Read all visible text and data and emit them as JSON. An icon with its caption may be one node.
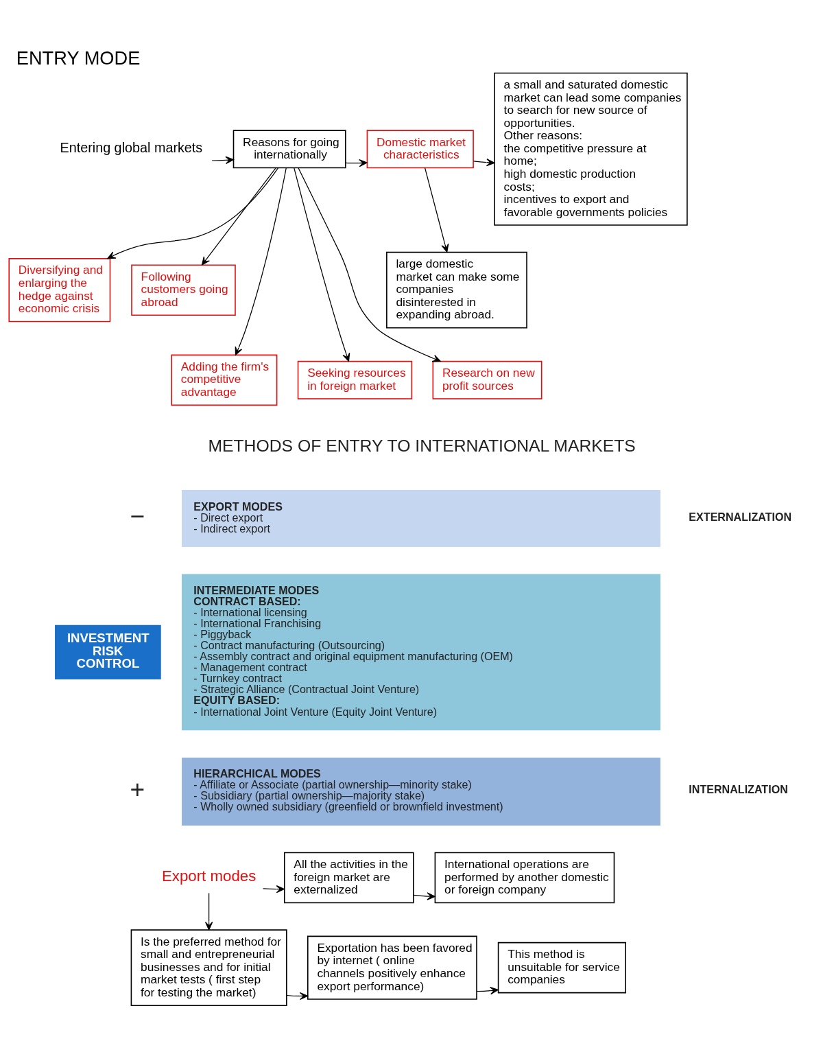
{
  "diagram": {
    "title": "ENTRY MODE",
    "nodes": [
      {
        "text": [
          "Entering global markets"
        ]
      },
      {
        "text": [
          "Reasons for going internationally"
        ]
      },
      {
        "text": [
          "Domestic market characteristics"
        ]
      },
      {
        "text": [
          "a small and saturated domestic market can lead some companies to search for new source of opportunities.",
          "Other reasons:",
          "the competitive pressure at home;",
          "high domestic production costs;",
          "incentives to export and favorable governments policies"
        ]
      },
      {
        "text": [
          "large domestic market can make some companies disinterested in expanding abroad."
        ]
      },
      {
        "text": [
          "Diversifying and enlarging the hedge against economic crisis"
        ]
      },
      {
        "text": [
          "Following customers going abroad"
        ]
      },
      {
        "text": [
          "Adding the firm's competitive advantage"
        ]
      },
      {
        "text": [
          "Seeking resources in foreign market"
        ]
      },
      {
        "text": [
          "Research on new profit sources"
        ]
      },
      {
        "text": [
          "INVESTMENT RISK CONTROL"
        ]
      },
      {
        "text": [
          "EXPORT MODES",
          "- Direct export",
          "- Indirect export"
        ]
      },
      {
        "text": [
          "INTERMEDIATE MODES",
          "CONTRACT BASED:",
          "- International licensing",
          "- International Franchising",
          "- Piggyback",
          "- Contract manufacturing (Outsourcing)",
          "- Assembly contract and original equipment manufacturing (OEM)",
          "- Management contract",
          "- Turnkey contract",
          "- Strategic Alliance (Contractual Joint Venture)",
          "EQUITY BASED:",
          "- International Joint Venture (Equity Joint Venture)"
        ]
      },
      {
        "text": [
          "HIERARCHICAL MODES",
          "- Affiliate or Associate (partial ownership—minority stake)",
          "- Subsidiary (partial ownership—majority stake)",
          "- Wholly owned subsidiary (greenfield or brownfield investment)"
        ]
      },
      {
        "text": [
          "Export modes"
        ]
      },
      {
        "text": [
          "All the activities in the foreign market are externalized"
        ]
      },
      {
        "text": [
          "International operations are performed by another domestic or foreign company"
        ]
      },
      {
        "text": [
          "Is the preferred method for small and entrepreneurial businesses and for initial market tests ( first step for testing the market)"
        ]
      },
      {
        "text": [
          "Exportation has been favored by internet ( online channels positively enhance export performance)"
        ]
      },
      {
        "text": [
          "This method is unsuitable for service companies"
        ]
      }
    ],
    "edges": [
      {
        "from": 0,
        "to": 1,
        "arrow": "to"
      },
      {
        "from": 1,
        "to": 2,
        "arrow": "to"
      },
      {
        "from": 2,
        "to": 3,
        "arrow": "to"
      },
      {
        "from": 2,
        "to": 4,
        "arrow": "to"
      },
      {
        "from": 1,
        "to": 5,
        "arrow": "to"
      },
      {
        "from": 1,
        "to": 6,
        "arrow": "to"
      },
      {
        "from": 1,
        "to": 7,
        "arrow": "to"
      },
      {
        "from": 1,
        "to": 8,
        "arrow": "to"
      },
      {
        "from": 1,
        "to": 9,
        "arrow": "to"
      },
      {
        "from": 14,
        "to": 15,
        "arrow": "to"
      },
      {
        "from": 15,
        "to": 16,
        "arrow": "to"
      },
      {
        "from": 14,
        "to": 17,
        "arrow": "to"
      },
      {
        "from": 17,
        "to": 18,
        "arrow": "to"
      },
      {
        "from": 18,
        "to": 19,
        "arrow": "to"
      }
    ],
    "labels": [
      "METHODS OF ENTRY TO INTERNATIONAL MARKETS",
      "−",
      "+",
      "EXTERNALIZATION",
      "INTERNALIZATION"
    ]
  }
}
